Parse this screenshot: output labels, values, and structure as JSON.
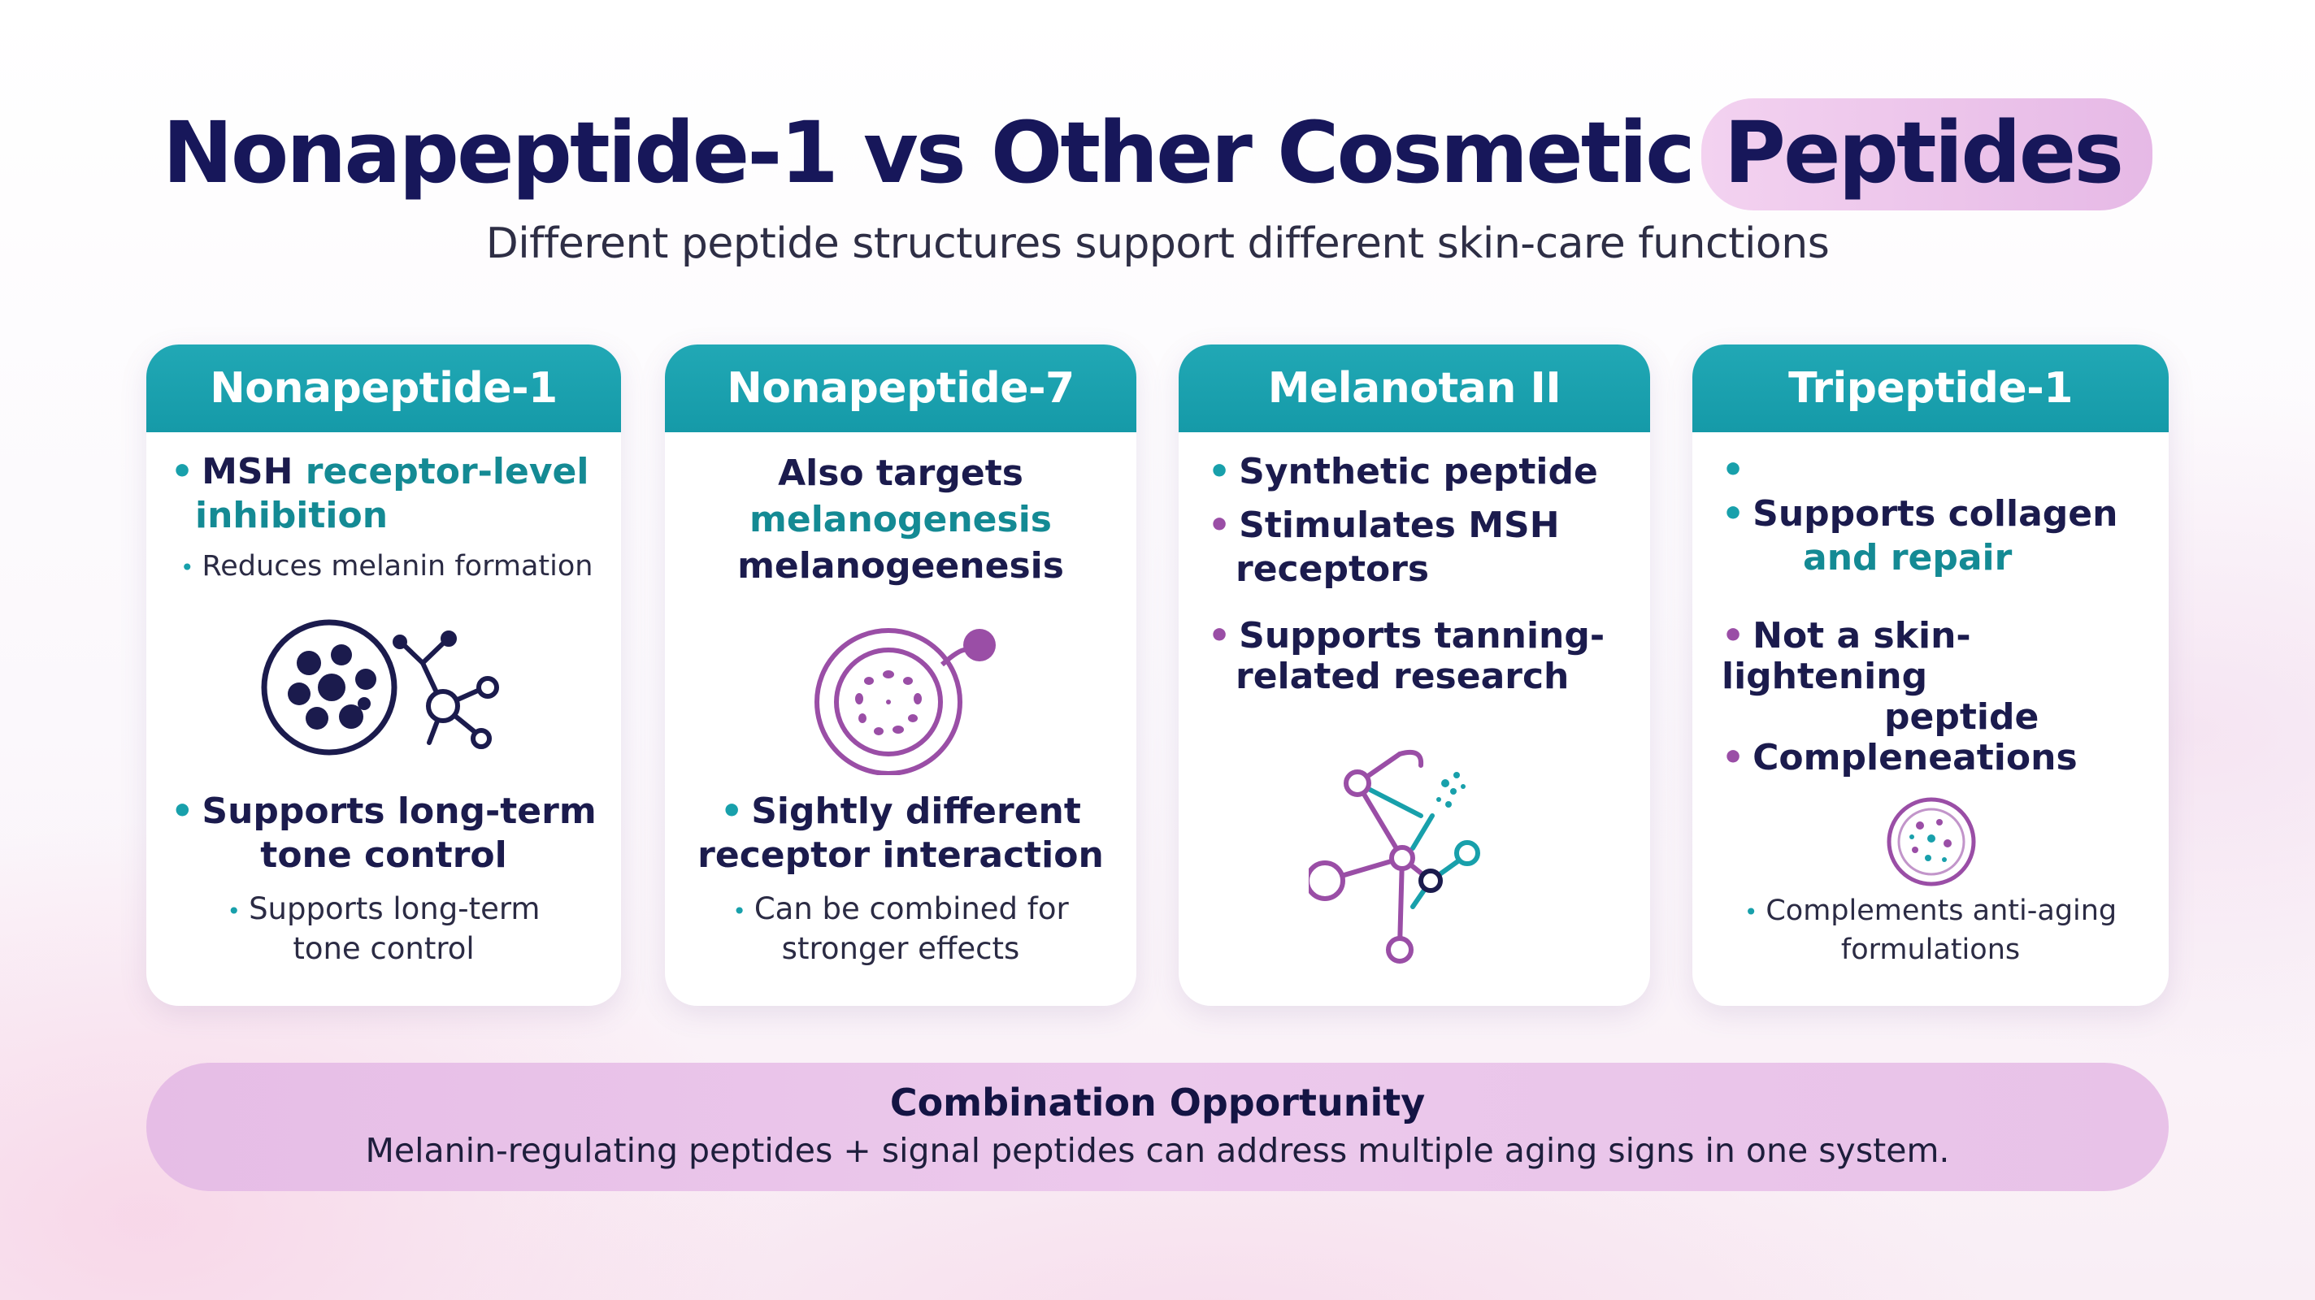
{
  "title": {
    "main": "Nonapeptide-1 vs Other Cosmetic",
    "highlight": "Peptides"
  },
  "subtitle": "Different peptide structures support different skin-care functions",
  "cards": [
    {
      "heading": "Nonapeptide-1",
      "b1_dark": "MSH ",
      "b1_teal_a": "receptor-level",
      "b1_teal_b": "inhibition",
      "sub1": "Reduces melanin formation",
      "b2_a": "Supports long-term",
      "b2_b": "tone control",
      "sub2_a": "Supports long-term",
      "sub2_b": "tone control",
      "icons": [
        "cell-cluster-icon",
        "molecule-icon"
      ]
    },
    {
      "heading": "Nonapeptide-7",
      "l1": "Also targets",
      "l2": "melanogenesis",
      "l3": "melanogeenesis",
      "b1_a": "Sightly different",
      "b1_b": "receptor interaction",
      "sub_a": "Can be combined for",
      "sub_b": "stronger effects",
      "icons": [
        "receptor-cell-icon"
      ]
    },
    {
      "heading": "Melanotan II",
      "b1": "Synthetic peptide",
      "b2_a": "Stimulates MSH",
      "b2_b": "receptors",
      "b3_a": "Supports tanning-",
      "b3_b": "related research",
      "icons": [
        "molecular-network-icon"
      ]
    },
    {
      "heading": "Tripeptide-1",
      "b1_a": "Supports collagen",
      "b1_b": "and repair",
      "b2_a": "Not a skin-lightening",
      "b2_b": "peptide",
      "b3": "Compleneations",
      "sub_a": "Complements anti-aging",
      "sub_b": "formulations",
      "icons": [
        "cell-particles-icon"
      ]
    }
  ],
  "banner": {
    "title": "Combination Opportunity",
    "text": "Melanin-regulating peptides + signal peptides can address multiple aging signs in one system."
  },
  "colors": {
    "navy": "#17175a",
    "teal": "#18a0ab",
    "purple": "#9a4ea6",
    "banner": "#e6bde6"
  }
}
